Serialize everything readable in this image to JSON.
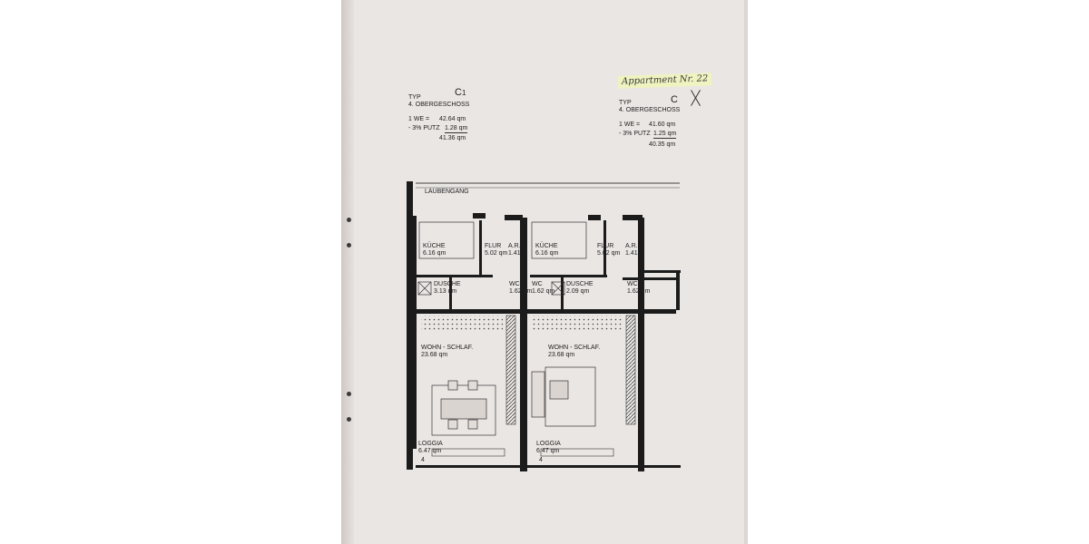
{
  "handwritten_note": "Appartment Nr. 22",
  "left_type": {
    "typ": "TYP",
    "code": "C",
    "code_sub": "1",
    "floor": "4. OBERGESCHOSS",
    "we_label": "1 WE =",
    "we_value": "42.64 qm",
    "putz_label": "- 3% PUTZ",
    "putz_value": "1.28 qm",
    "total": "41.36 qm"
  },
  "right_type": {
    "typ": "TYP",
    "code": "C",
    "floor": "4. OBERGESCHOSS",
    "we_label": "1 WE =",
    "we_value": "41.60 qm",
    "putz_label": "- 3% PUTZ",
    "putz_value": "1.25 qm",
    "total": "40.35 qm"
  },
  "plan": {
    "laubengang": "LAUBENGANG",
    "units": [
      {
        "kueche": "KÜCHE",
        "kueche_area": "6.16 qm",
        "flur": "FLUR",
        "flur_area": "5.02 qm",
        "ar": "A.R.",
        "ar_area": "1.41",
        "dusche": "DUSCHE",
        "dusche_area": "3.13 qm",
        "wc": "WC",
        "wc_area": "1.62 qm",
        "wohn": "WOHN - SCHLAF.",
        "wohn_area": "23.68 qm",
        "loggia": "LOGGIA",
        "loggia_area": "6.47 qm",
        "loggia_no": "4"
      },
      {
        "kueche": "KÜCHE",
        "kueche_area": "6.16 qm",
        "flur": "FLUR",
        "flur_area": "5.02 qm",
        "ar": "A.R.",
        "ar_area": "1.41",
        "dusche": "DUSCHE",
        "dusche_area": "2.09 qm",
        "wc": "WC",
        "wc_area": "1.62 qm",
        "wohn": "WOHN - SCHLAF.",
        "wohn_area": "23.68 qm",
        "loggia": "LOGGIA",
        "loggia_area": "6.47 qm",
        "loggia_no": "4"
      }
    ],
    "third_unit": {
      "ar": "A.R.",
      "ar_area": "1.41",
      "wc": "WC",
      "wc_area": "1.62 qm"
    }
  },
  "colors": {
    "paper": "#eae6e4",
    "ink": "#222222",
    "highlight": "#eef3c0"
  }
}
